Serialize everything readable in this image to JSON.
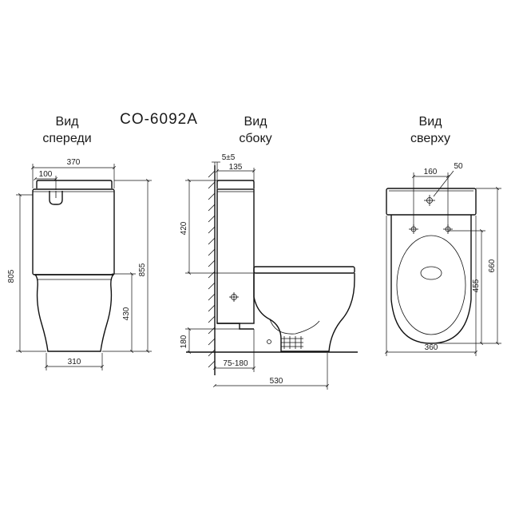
{
  "model": "CO-6092A",
  "views": {
    "front": {
      "line1": "Вид",
      "line2": "спереди"
    },
    "side": {
      "line1": "Вид",
      "line2": "сбоку"
    },
    "top": {
      "line1": "Вид",
      "line2": "сверху"
    }
  },
  "dimensions": {
    "front": {
      "width_top": "370",
      "button_offset": "100",
      "height_total": "855",
      "height_left": "805",
      "height_bowl": "430",
      "width_base": "310"
    },
    "side": {
      "wall_gap": "5±5",
      "tank_depth": "135",
      "tank_height": "420",
      "outlet_height": "180",
      "outlet_range": "75-180",
      "depth": "530"
    },
    "top": {
      "spacing": "160",
      "inlet": "50",
      "width": "360",
      "length": "660",
      "bowl_length": "455"
    }
  }
}
